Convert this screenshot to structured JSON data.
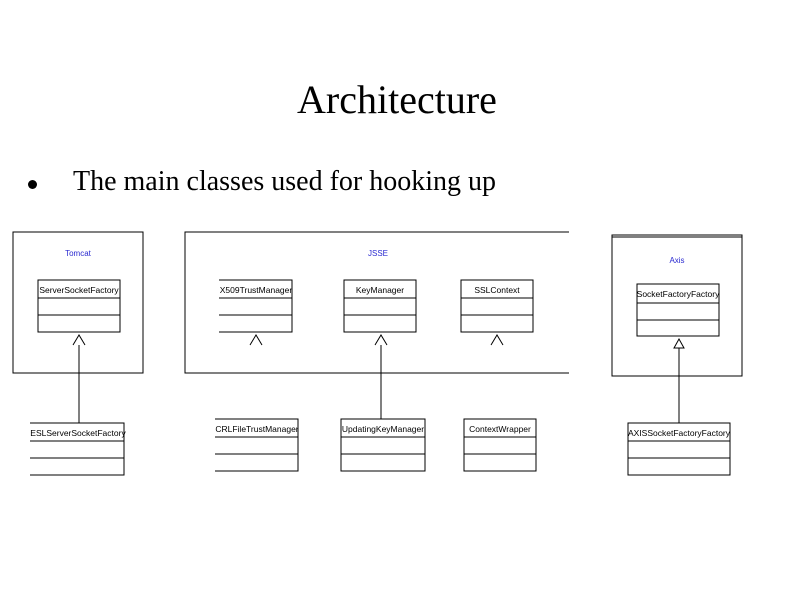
{
  "slide": {
    "title": "Architecture",
    "bullet": "The main classes used for hooking up"
  },
  "packages": {
    "tomcat": "Tomcat",
    "jsse": "JSSE",
    "axis": "Axis"
  },
  "classes": {
    "server_socket_factory": "ServerSocketFactory",
    "x509_trust_manager": "X509TrustManager",
    "key_manager": "KeyManager",
    "ssl_context": "SSLContext",
    "socket_factory_factory": "SocketFactoryFactory",
    "esl_server_socket_factory": "ESLServerSocketFactory",
    "crl_file_trust_manager": "CRLFileTrustManager",
    "updating_key_manager": "UpdatingKeyManager",
    "context_wrapper": "ContextWrapper",
    "axis_socket_factory_factory": "AXISSocketFactoryFactory"
  }
}
